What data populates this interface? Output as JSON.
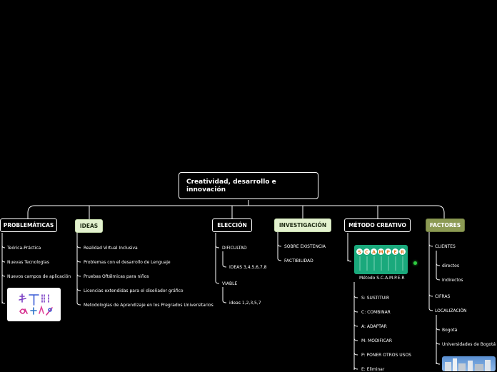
{
  "root": {
    "title": "Creatividad, desarrollo e innovación"
  },
  "branches": {
    "problematicas": {
      "label": "PROBLEMÁTICAS",
      "items": [
        "Teórica-Práctica",
        "Nuevas Tecnologías",
        "Nuevos campos de aplicación"
      ],
      "image_icon": "handwritten-symbols-icon"
    },
    "ideas": {
      "label": "IDEAS",
      "items": [
        "Realidad Virtual Inclusiva",
        "Problemas con el desarrollo de Lenguaje",
        "Pruebas Oftálmicas para niños",
        "Licencias extendidas para el diseñador gráfico",
        "Metodologías de Aprendizaje en los Pregrados Universitarios"
      ]
    },
    "eleccion": {
      "label": "ELECCIÓN",
      "dificultad": "DIFICULTAD",
      "dificultad_child": "IDEAS 3,4,5,6,7,8",
      "viable": "VIABLE",
      "viable_child": "ideas 1,2,3,5,7"
    },
    "investigacion": {
      "label": "INVESTIGACIÓN",
      "items": [
        "SOBRE EXISTENCIA",
        "FACTIBILIDAD"
      ]
    },
    "metodo": {
      "label": "MÉTODO CREATIVO",
      "scamper_letters": [
        "S",
        "C",
        "A",
        "M",
        "P",
        "E",
        "R"
      ],
      "image_caption": "Método S.C.A.M.P.E.R",
      "items": [
        "S: SUSTITUIR",
        "C: COMBINAR",
        "A: ADAPTAR",
        "M: MODIFICAR",
        "P: PONER OTROS USOS",
        "E: Eliminar"
      ]
    },
    "factores": {
      "label": "FACTORES",
      "clientes": "CLIENTES",
      "clientes_children": [
        "directos",
        "Indirectos"
      ],
      "cifras": "CIFRAS",
      "localizacion": "LOCALIZACIÓN",
      "localizacion_children": [
        "Bogotá",
        "Universidades de Bogotá"
      ],
      "image_icon": "city-photo-icon"
    }
  },
  "colors": {
    "background": "#000000",
    "line": "#ffffff",
    "light_fill": "#e3f1cf",
    "olive_fill": "#8c9a54",
    "scamper_green": "#1aa97c",
    "status_dot": "#2ecc40"
  }
}
